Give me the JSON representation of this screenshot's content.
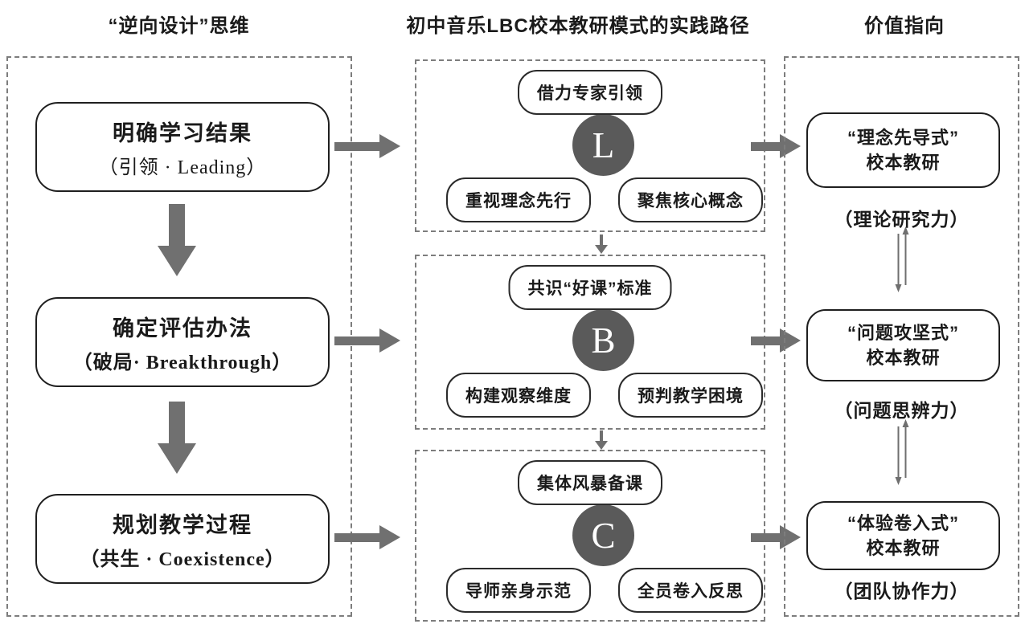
{
  "headers": {
    "left": "“逆向设计”思维",
    "middle": "初中音乐LBC校本教研模式的实践路径",
    "right": "价值指向"
  },
  "left_column": {
    "stages": [
      {
        "title": "明确学习结果",
        "subtitle": "（引领 · Leading）"
      },
      {
        "title": "确定评估办法",
        "subtitle": "（破局· Breakthrough）"
      },
      {
        "title": "规划教学过程",
        "subtitle": "（共生 · Coexistence）"
      }
    ]
  },
  "middle_column": {
    "sections": [
      {
        "letter": "L",
        "top": "借力专家引领",
        "bottom_left": "重视理念先行",
        "bottom_right": "聚焦核心概念"
      },
      {
        "letter": "B",
        "top": "共识“好课”标准",
        "bottom_left": "构建观察维度",
        "bottom_right": "预判教学困境"
      },
      {
        "letter": "C",
        "top": "集体风暴备课",
        "bottom_left": "导师亲身示范",
        "bottom_right": "全员卷入反思"
      }
    ]
  },
  "right_column": {
    "outcomes": [
      {
        "line1": "“理念先导式”",
        "line2": "校本教研",
        "caption": "（理论研究力）"
      },
      {
        "line1": "“问题攻坚式”",
        "line2": "校本教研",
        "caption": "（问题思辨力）"
      },
      {
        "line1": "“体验卷入式”",
        "line2": "校本教研",
        "caption": "（团队协作力）"
      }
    ]
  },
  "colors": {
    "background": "#ffffff",
    "text": "#1a1a1a",
    "box_border": "#1f1f1f",
    "dashed_border": "#7d7d7d",
    "arrow_gray": "#707070",
    "circle_fill": "#5a5a5a",
    "circle_letter": "#ffffff"
  }
}
